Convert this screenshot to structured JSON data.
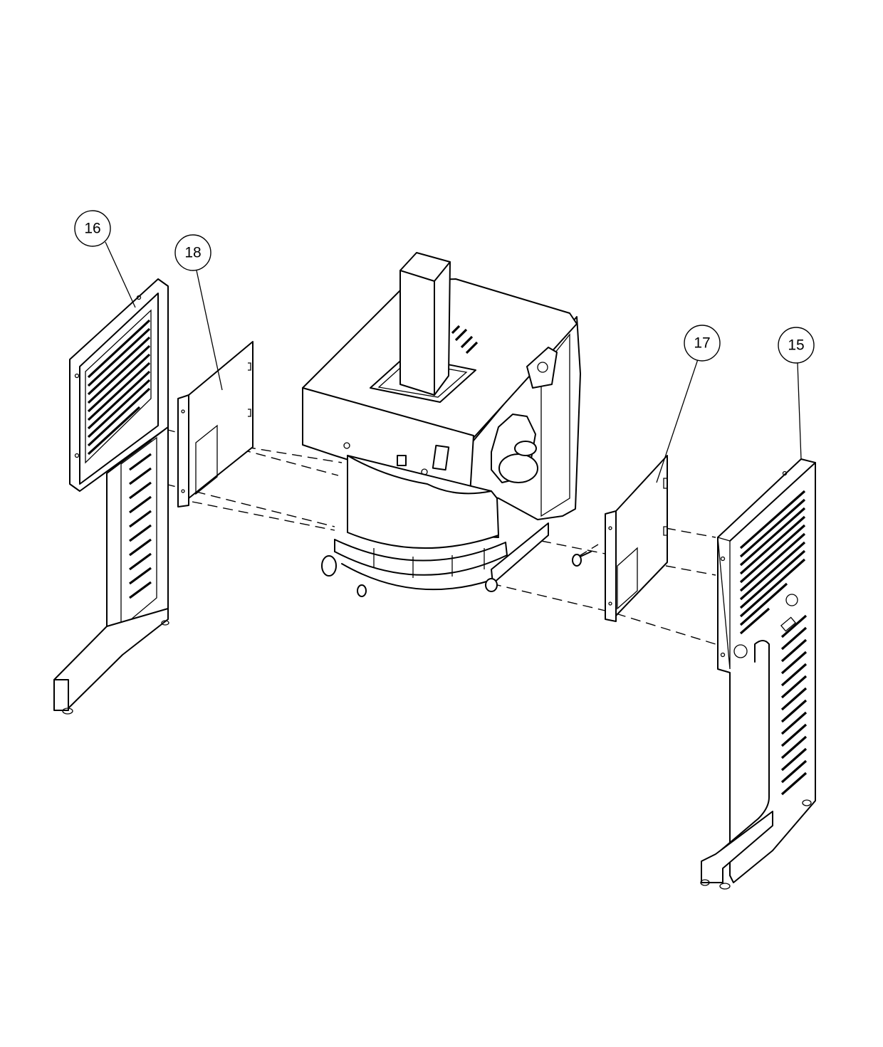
{
  "callouts": [
    {
      "id": "16",
      "label": "16"
    },
    {
      "id": "18",
      "label": "18"
    },
    {
      "id": "17",
      "label": "17"
    },
    {
      "id": "15",
      "label": "15"
    }
  ]
}
